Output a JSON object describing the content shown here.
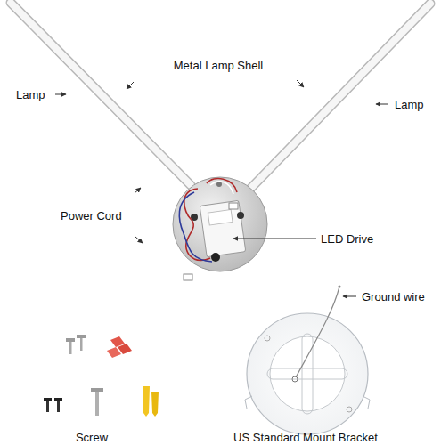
{
  "diagram": {
    "labels": [
      "Metal Lamp Shell",
      "Lamp",
      "Lamp",
      "Power Cord",
      "LED Drive",
      "Ground wire",
      "Screw",
      "US Standard Mount Bracket"
    ]
  }
}
